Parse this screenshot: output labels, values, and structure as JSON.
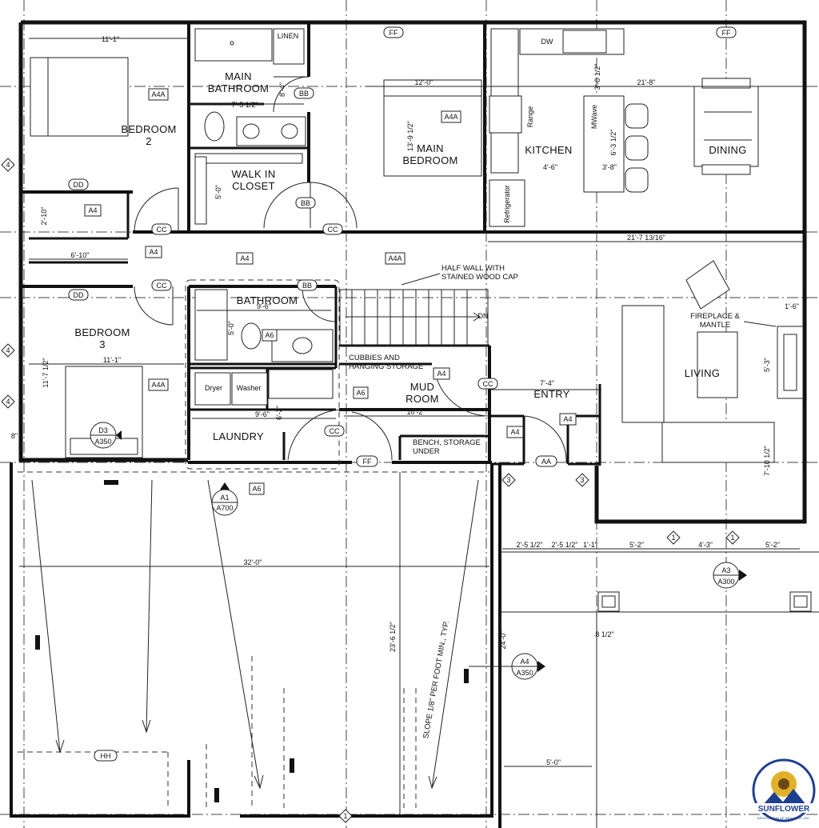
{
  "rooms": {
    "bedroom2": "BEDROOM\n2",
    "main_bathroom": "MAIN\nBATHROOM",
    "linen": "LINEN",
    "walk_in_closet": "WALK IN\nCLOSET",
    "main_bedroom": "MAIN\nBEDROOM",
    "kitchen": "KITCHEN",
    "dining": "DINING",
    "bedroom3": "BEDROOM\n3",
    "bathroom": "BATHROOM",
    "laundry": "LAUNDRY",
    "mud_room": "MUD\nROOM",
    "entry": "ENTRY",
    "living": "LIVING"
  },
  "fixtures": {
    "dw": "DW",
    "range": "Range",
    "mwave": "MWave",
    "refrigerator": "Refrigerator",
    "dryer": "Dryer",
    "washer": "Washer",
    "dn": "DN"
  },
  "notes": {
    "half_wall": "HALF WALL WITH\nSTAINED WOOD CAP",
    "cubbies": "CUBBIES AND\nHANGING STORAGE",
    "bench": "BENCH, STORAGE\nUNDER",
    "fireplace": "FIREPLACE &\nMANTLE",
    "slope": "SLOPE 1/8\" PER FOOT MIN., TYP."
  },
  "dimensions": {
    "d_11_1_top": "11'-1\"",
    "d_7_5_half": "7'-5 1/2\"",
    "d_8_4": "8'-4\"",
    "d_12_0": "12'-0\"",
    "d_13_9_half": "13'-9 1/2\"",
    "d_21_8": "21'-8\"",
    "d_3_0_half": "3'-0 1/2\"",
    "d_6_3_half": "6'-3 1/2\"",
    "d_4_6": "4'-6\"",
    "d_3_8": "3'-8\"",
    "d_5_0_closet": "5'-0\"",
    "d_2_10": "2'-10\"",
    "d_6_10": "6'-10\"",
    "d_21_7": "21'-7 13/16\"",
    "d_9_6_bath": "9'-6\"",
    "d_5_0_bath": "5'-0\"",
    "d_11_1_mid": "11'-1\"",
    "d_11_7_half": "11'-7 1/2\"",
    "d_9_6_laundry": "9'-6\"",
    "d_6_2": "6'-2\"",
    "d_10_2": "10'-2\"",
    "d_7_4": "7'-4\"",
    "d_1_6": "1'-6\"",
    "d_5_3": "5'-3\"",
    "d_7_10_half": "7'-10 1/2\"",
    "d_8": "8\"",
    "d_32_0": "32'-0\"",
    "d_23_6_half": "23'-6 1/2\"",
    "d_24_0": "24'-0\"",
    "d_2_5_half_a": "2'-5 1/2\"",
    "d_2_5_half_b": "2'-5 1/2\"",
    "d_1_1": "1'-1\"",
    "d_5_2_a": "5'-2\"",
    "d_4_3": "4'-3\"",
    "d_5_2_b": "5'-2\"",
    "d_8_half": "8 1/2\"",
    "d_5_0_bottom": "5'-0\""
  },
  "tags": {
    "a4a_bed2": "A4A",
    "a4a_mainbed": "A4A",
    "a4_closet": "A4",
    "a4_hall": "A4",
    "a4_center": "A4",
    "a4a_center": "A4A",
    "a4a_bed3": "A4A",
    "a6_bath": "A6",
    "a6_laundry": "A6",
    "a6_bottom": "A6",
    "a4_mud": "A4",
    "a4_entry_a": "A4",
    "a4_entry_b": "A4",
    "ff_a": "FF",
    "ff_b": "FF",
    "ff_c": "FF",
    "bb_a": "BB",
    "bb_b": "BB",
    "bb_c": "BB",
    "dd_a": "DD",
    "dd_b": "DD",
    "cc_a": "CC",
    "cc_b": "CC",
    "cc_c": "CC",
    "cc_d": "CC",
    "cc_e": "CC",
    "aa": "AA",
    "hh": "HH"
  },
  "section_markers": {
    "d3_top": "D3",
    "d3_bottom": "A350",
    "a1_top": "A1",
    "a1_bottom": "A700",
    "a3_top": "A3",
    "a3_bottom": "A300",
    "a4_top": "A4",
    "a4_bottom": "A350"
  },
  "grid_markers": {
    "m1": "1",
    "m3": "3",
    "m4": "4"
  },
  "logo": {
    "name": "SUNFLOWER",
    "sub": "ASSOCIATION OF REALTORS, INC."
  },
  "colors": {
    "line": "#111111",
    "paper": "#ffffff",
    "logo_blue": "#1f3f8f",
    "logo_gold": "#e2b12a"
  }
}
